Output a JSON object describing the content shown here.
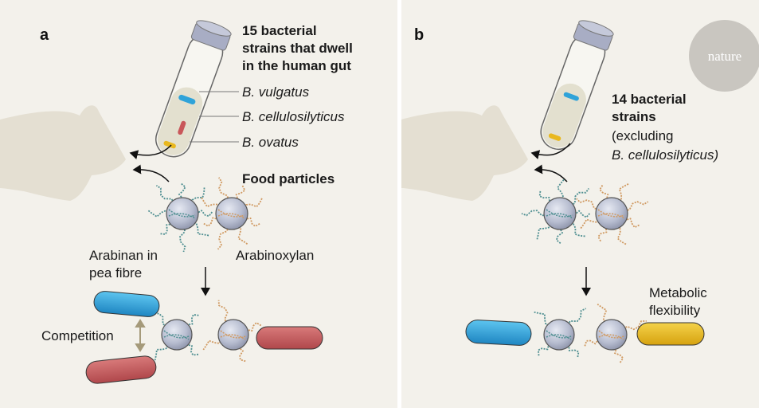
{
  "panel_a": {
    "letter": "a",
    "tube_title": [
      "15 bacterial",
      "strains that dwell",
      "in the human gut"
    ],
    "strains": [
      "B. vulgatus",
      "B. cellulosilyticus",
      "B. ovatus"
    ],
    "food_label": "Food particles",
    "fibre_labels": {
      "arabinan": [
        "Arabinan in",
        "pea fibre"
      ],
      "arabinoxylan": "Arabinoxylan"
    },
    "competition_label": "Competition"
  },
  "panel_b": {
    "letter": "b",
    "tube_title": [
      "14 bacterial",
      "strains"
    ],
    "tube_note": [
      "(excluding",
      "B. cellulosilyticus)"
    ],
    "flexibility_label": [
      "Metabolic",
      "flexibility"
    ]
  },
  "logo": "nature",
  "colors": {
    "background": "#f3f1eb",
    "mouse": "#e4dfd2",
    "blue_bacterium": "#2fa3d9",
    "red_bacterium": "#c9575a",
    "yellow_bacterium": "#e9b81e",
    "arabinan_fibre": "#4f8f91",
    "arabinoxylan_fibre": "#d09a62"
  }
}
